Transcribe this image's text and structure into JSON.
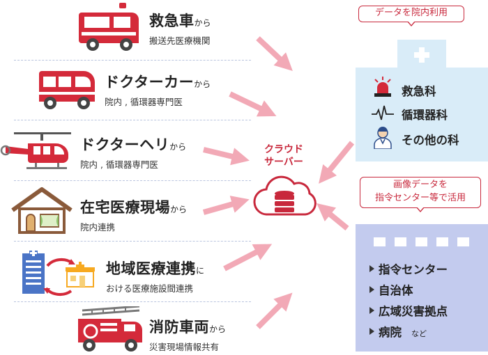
{
  "sources": [
    {
      "id": "ambulance",
      "title": "救急車",
      "suffix": "から",
      "subtitle": "搬送先医療機関",
      "icon": "ambulance-icon"
    },
    {
      "id": "doctor-car",
      "title": "ドクターカー",
      "suffix": "から",
      "subtitle": "院内 , 循環器専門医",
      "icon": "doctor-car-icon"
    },
    {
      "id": "doctor-heli",
      "title": "ドクターヘリ",
      "suffix": "から",
      "subtitle": "院内 , 循環器専門医",
      "icon": "helicopter-icon"
    },
    {
      "id": "home-care",
      "title": "在宅医療現場",
      "suffix": "から",
      "subtitle": "院内連携",
      "icon": "house-icon"
    },
    {
      "id": "regional",
      "title": "地域医療連携",
      "suffix": "に",
      "subtitle": "おける医療施設間連携",
      "icon": "facility-link-icon"
    },
    {
      "id": "fire-truck",
      "title": "消防車両",
      "suffix": "から",
      "subtitle": "災害現場情報共有",
      "icon": "fire-truck-icon"
    }
  ],
  "cloud": {
    "label_line1": "クラウド",
    "label_line2": "サーバー"
  },
  "hospital": {
    "callout": "データを院内利用",
    "departments": [
      "救急科",
      "循環器科",
      "その他の科"
    ]
  },
  "command": {
    "callout_line1": "画像データを",
    "callout_line2": "指令センター等で活用",
    "items": [
      "指令センター",
      "自治体",
      "広域災害拠点",
      "病院"
    ],
    "etc": "など"
  },
  "colors": {
    "accent": "#c8283c",
    "arrow": "#f2a9b6",
    "hospital_bg": "#d9ecf8",
    "command_bg": "#c3cbee"
  }
}
